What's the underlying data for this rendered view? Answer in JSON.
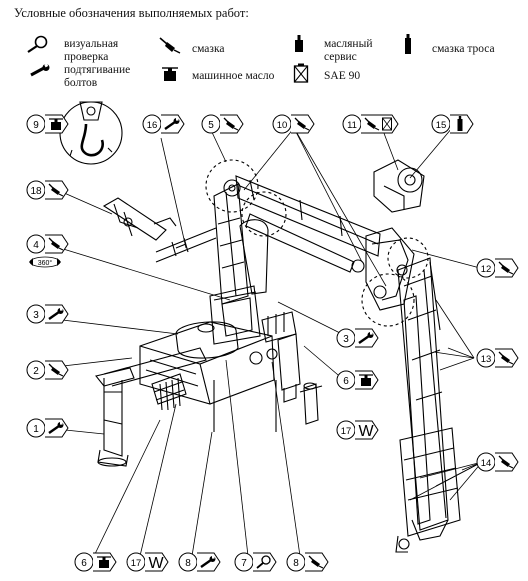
{
  "legend": {
    "title": "Условные обозначения выполняемых работ:",
    "items": [
      {
        "icon": "magnifier-icon",
        "label": "визуальная\nпроверка"
      },
      {
        "icon": "grease-gun-icon",
        "label": "смазка"
      },
      {
        "icon": "oil-can-icon",
        "label": "масляный\nсервис"
      },
      {
        "icon": "rope-lube-icon",
        "label": "смазка троса"
      },
      {
        "icon": "wrench-icon",
        "label": "подтягивание\nболтов"
      },
      {
        "icon": "oil-canister-icon",
        "label": "машинное масло"
      },
      {
        "icon": "gear-oil-box-icon",
        "label": "SAE 90"
      }
    ]
  },
  "markers": [
    {
      "number": "1",
      "icon": "wrench-icon"
    },
    {
      "number": "2",
      "icon": "grease-gun-icon"
    },
    {
      "number": "3",
      "icon": "wrench-icon"
    },
    {
      "number": "4",
      "icon": "grease-gun-icon",
      "extra": "360°"
    },
    {
      "number": "18",
      "icon": "grease-gun-icon"
    },
    {
      "number": "9",
      "icon": "oil-canister-icon"
    },
    {
      "number": "16",
      "icon": "wrench-icon"
    },
    {
      "number": "5",
      "icon": "grease-gun-icon"
    },
    {
      "number": "10",
      "icon": "grease-gun-icon"
    },
    {
      "number": "11",
      "icon": "grease-gun-icon"
    },
    {
      "number": "15",
      "icon": "rope-lube-icon"
    },
    {
      "number": "12",
      "icon": "grease-gun-icon"
    },
    {
      "number": "13",
      "icon": "grease-gun-icon"
    },
    {
      "number": "14",
      "icon": "grease-gun-icon"
    },
    {
      "number": "3",
      "icon": "wrench-icon"
    },
    {
      "number": "6",
      "icon": "oil-canister-icon"
    },
    {
      "number": "17",
      "icon": "W",
      "extra": "W"
    },
    {
      "number": "6",
      "icon": "oil-canister-icon"
    },
    {
      "number": "17",
      "icon": "W",
      "extra": "W"
    },
    {
      "number": "8",
      "icon": "wrench-icon"
    },
    {
      "number": "7",
      "icon": "magnifier-icon"
    },
    {
      "number": "8",
      "icon": "grease-gun-icon"
    }
  ]
}
